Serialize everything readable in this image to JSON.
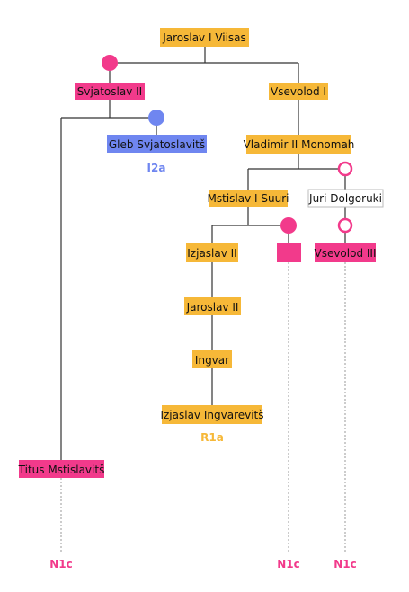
{
  "colors": {
    "gold": "#f6b838",
    "pink": "#f23a8b",
    "blue": "#6f86f0",
    "white": "#ffffff",
    "line": "#333333",
    "dotted": "#999999"
  },
  "nodes": {
    "jaroslav_i": "Jaroslav I Viisas",
    "svjatoslav_ii": "Svjatoslav II",
    "vsevolod_i": "Vsevolod I",
    "gleb": "Gleb Svjatoslavitš",
    "vladimir_ii": "Vladimir II Monomah",
    "mstislav_i": "Mstislav I Suuri",
    "juri": "Juri Dolgoruki",
    "izjaslav_ii": "Izjaslav II",
    "vsevolod_iii": "Vsevolod III",
    "jaroslav_ii": "Jaroslav II",
    "ingvar": "Ingvar",
    "izjaslav_ingvarevits": "Izjaslav Ingvarevitš",
    "titus": "Titus Mstislavitš"
  },
  "haplogroups": {
    "gleb": "I2a",
    "izjaslav": "R1a",
    "titus": "N1c",
    "mstislav_line": "N1c",
    "vsevolod_iii": "N1c"
  }
}
